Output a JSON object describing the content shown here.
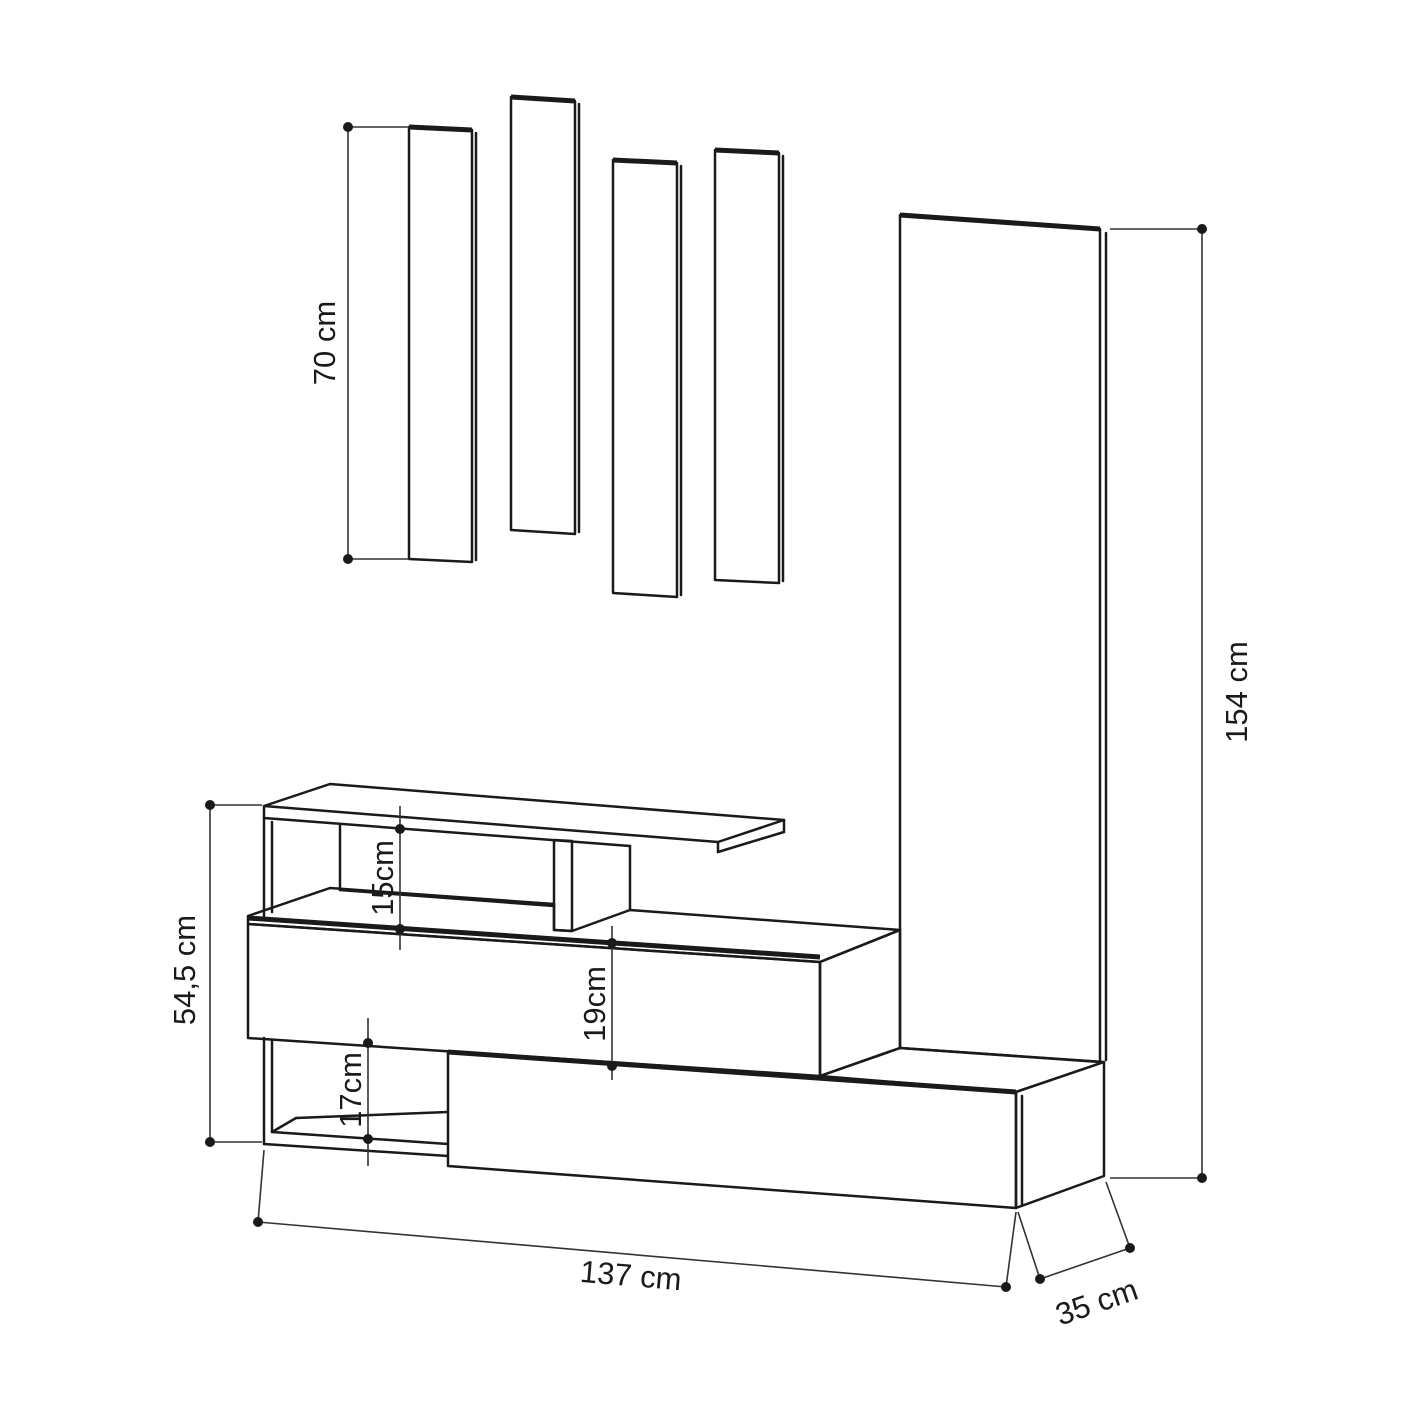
{
  "colors": {
    "line": "#1a1a1a",
    "background": "#ffffff"
  },
  "dimensions": {
    "panel_height": "70 cm",
    "total_height": "154 cm",
    "cabinet_height": "54,5 cm",
    "top_shelf_gap": "15cm",
    "drawer_height": "19cm",
    "bottom_shelf_gap": "17cm",
    "width": "137 cm",
    "depth": "35 cm"
  }
}
